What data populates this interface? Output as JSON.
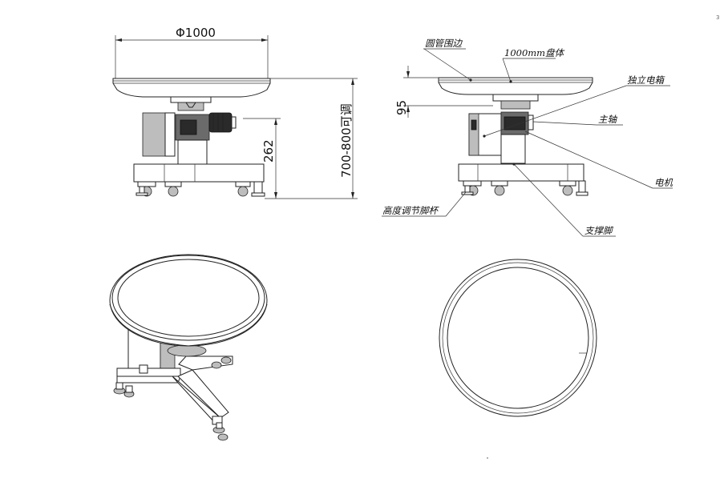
{
  "page_number": "3",
  "dimensions": {
    "diameter": "Φ1000",
    "height_total": "700-800可调",
    "height_base": "262",
    "rim_height": "95"
  },
  "labels": {
    "pipe_rim": "圆管围边",
    "tray_body": "1000mm盘体",
    "control_box": "独立电箱",
    "main_shaft": "主轴",
    "motor": "电机",
    "leveling_foot": "高度调节脚杯",
    "support_leg": "支撑脚"
  }
}
